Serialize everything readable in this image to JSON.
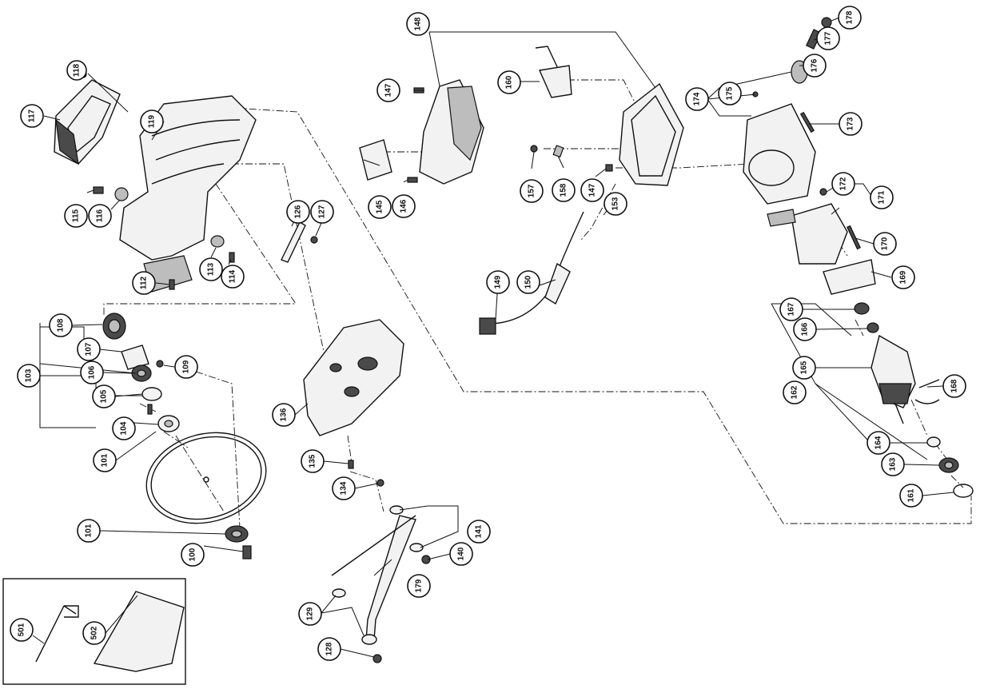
{
  "parts": {
    "p100": "100",
    "p101a": "101",
    "p101b": "101",
    "p103": "103",
    "p104": "104",
    "p105": "105",
    "p106": "106",
    "p107": "107",
    "p108": "108",
    "p109": "109",
    "p112": "112",
    "p113": "113",
    "p114": "114",
    "p115": "115",
    "p116": "116",
    "p117": "117",
    "p118": "118",
    "p119": "119",
    "p126": "126",
    "p127": "127",
    "p128": "128",
    "p129": "129",
    "p134": "134",
    "p135": "135",
    "p136": "136",
    "p140": "140",
    "p141": "141",
    "p145": "145",
    "p146": "146",
    "p147a": "147",
    "p147b": "147",
    "p148": "148",
    "p149": "149",
    "p150": "150",
    "p153": "153",
    "p157": "157",
    "p158": "158",
    "p160": "160",
    "p161": "161",
    "p162": "162",
    "p163": "163",
    "p164": "164",
    "p165": "165",
    "p166": "166",
    "p167": "167",
    "p168": "168",
    "p169": "169",
    "p170": "170",
    "p171": "171",
    "p172": "172",
    "p173": "173",
    "p174": "174",
    "p175": "175",
    "p176": "176",
    "p177": "177",
    "p178": "178",
    "p179": "179",
    "p501": "501",
    "p502": "502"
  }
}
